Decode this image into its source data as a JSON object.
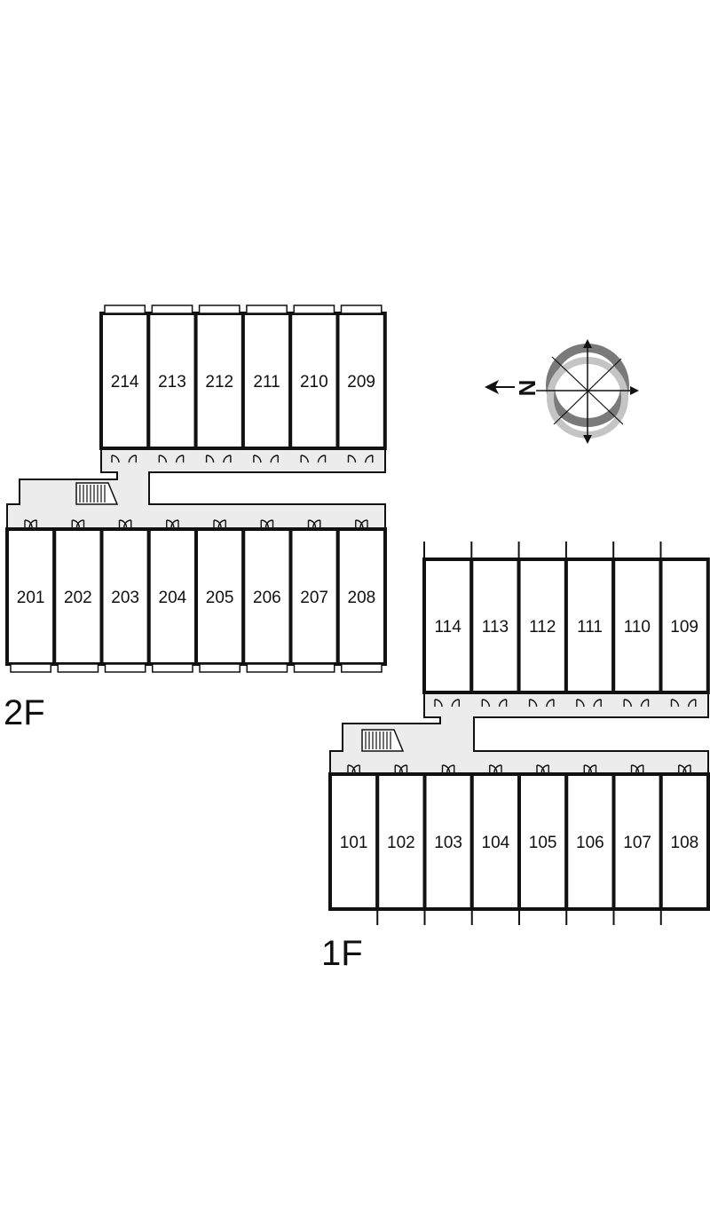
{
  "floors": [
    {
      "id": "2F",
      "label": "2F",
      "top_row_units": [
        "214",
        "213",
        "212",
        "211",
        "210",
        "209"
      ],
      "bottom_row_units": [
        "201",
        "202",
        "203",
        "204",
        "205",
        "206",
        "207",
        "208"
      ]
    },
    {
      "id": "1F",
      "label": "1F",
      "top_row_units": [
        "114",
        "113",
        "112",
        "111",
        "110",
        "109"
      ],
      "bottom_row_units": [
        "101",
        "102",
        "103",
        "104",
        "105",
        "106",
        "107",
        "108"
      ]
    }
  ],
  "compass": {
    "north_label": "N",
    "icon": "compass-rose-icon",
    "colors": {
      "outer_ring": "#7a7a7a",
      "inner_ring": "#c4c4c4"
    }
  },
  "colors": {
    "wall": "#111111",
    "corridor": "#ececec",
    "background": "#ffffff"
  }
}
